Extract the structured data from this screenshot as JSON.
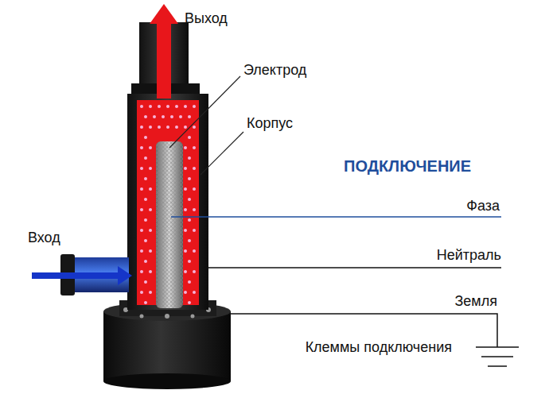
{
  "diagram": {
    "title": "ПОДКЛЮЧЕНИЕ",
    "labels": [
      "Выход",
      "Электрод",
      "Корпус",
      "Фаза",
      "Нейтраль",
      "Вход",
      "Земля",
      "Клеммы подключения"
    ]
  }
}
